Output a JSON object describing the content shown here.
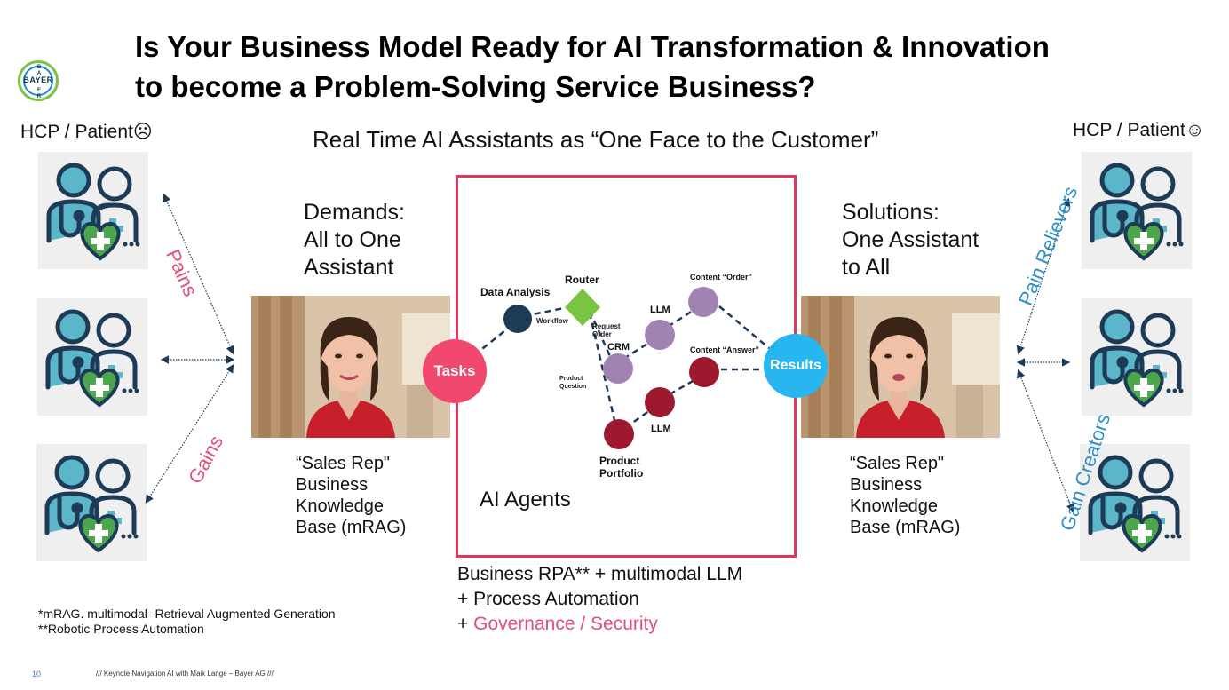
{
  "title": {
    "line1": "Is Your Business Model Ready for AI Transformation & Innovation",
    "line2": "to become a Problem-Solving Service Business?"
  },
  "logo": {
    "text": "BAYER",
    "colors": {
      "outer": "#7cc243",
      "inner": "#1f8ad1",
      "text": "#10384f"
    }
  },
  "left_header": "HCP / Patient☹",
  "right_header": "HCP / Patient☺",
  "subtitle": "Real Time AI Assistants as “One Face to the Customer”",
  "demands": {
    "line1": "Demands:",
    "line2": "All to One",
    "line3": "Assistant"
  },
  "solutions": {
    "line1": "Solutions:",
    "line2": "One Assistant",
    "line3": "to All"
  },
  "left_caption": {
    "line1": "“Sales Rep\"",
    "line2": "Business",
    "line3": "Knowledge",
    "line4": "Base (mRAG)"
  },
  "right_caption": {
    "line1": "“Sales Rep\"",
    "line2": "Business",
    "line3": "Knowledge",
    "line4": "Base (mRAG)"
  },
  "arrows_left": {
    "pains": "Pains",
    "gains": "Gains"
  },
  "arrows_right": {
    "pain_relievers": "Pain Relievers",
    "gain_creators": "Gain Creators"
  },
  "diagram": {
    "tasks": "Tasks",
    "results": "Results",
    "data_analysis": "Data Analysis",
    "router": "Router",
    "workflow": "Workflow",
    "request_order": [
      "Request",
      "Order"
    ],
    "product_question": [
      "Product",
      "Question"
    ],
    "crm": "CRM",
    "llm_top": "LLM",
    "llm_bottom": "LLM",
    "content_order": "Content “Order”",
    "content_answer": "Content “Answer”",
    "product_portfolio": [
      "Product",
      "Portfolio"
    ],
    "ai_agents": "AI Agents"
  },
  "below_box": {
    "line1": "Business RPA** + multimodal LLM",
    "line2": "+ Process Automation",
    "line3_prefix": "+ ",
    "line3_highlight": "Governance / Security"
  },
  "footnotes": {
    "line1": "*mRAG. multimodal- Retrieval Augmented Generation",
    "line2": "**Robotic Process Automation"
  },
  "footer": {
    "page": "10",
    "text": "/// Keynote Navigation AI with  Maik Lange – Bayer AG ///"
  },
  "colors": {
    "pink": "#e34f75",
    "blue_text": "#2e8fc4",
    "tasks_fill": "#f0476d",
    "results_fill": "#27b6ef",
    "router_fill": "#7bc442",
    "navy": "#1d3b57",
    "purple": "#a083b3",
    "darkred": "#9d1a2e",
    "box_border": "#de3a5f"
  },
  "icons": [
    "doctor-patient-icon",
    "heart-plus-icon"
  ]
}
